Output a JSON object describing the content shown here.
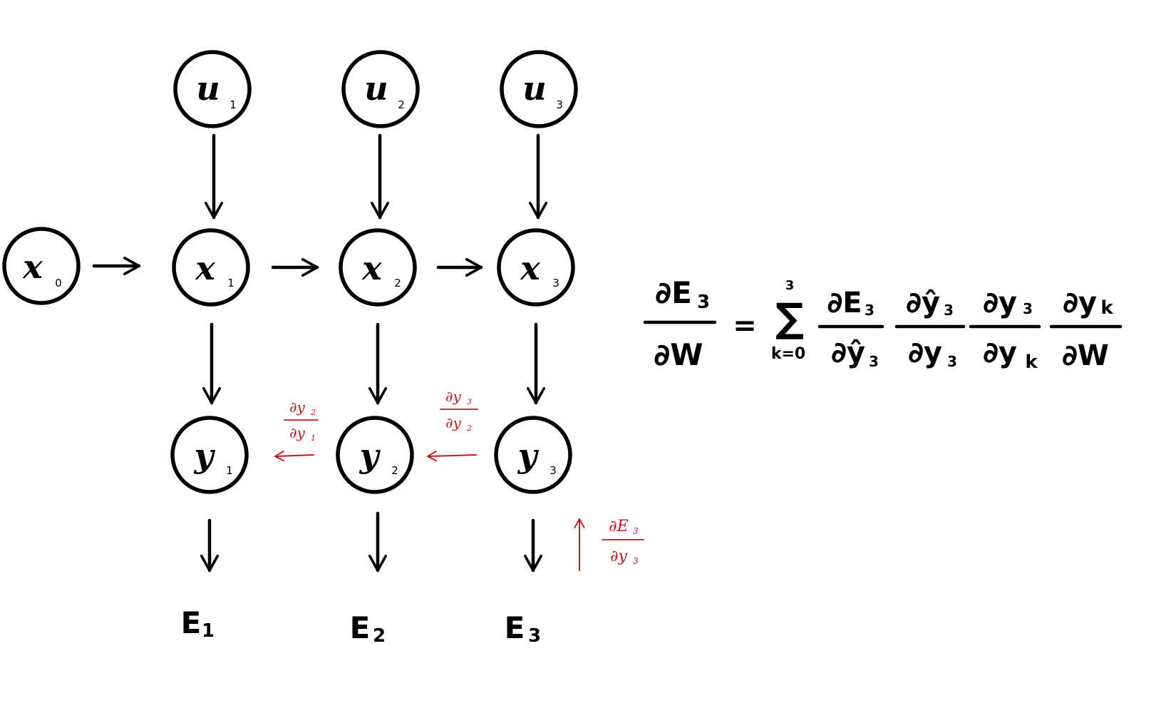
{
  "colors": {
    "ink": "#000000",
    "gradient": "#c8141e"
  },
  "nodes": {
    "x0": {
      "base": "x",
      "sub": "0"
    },
    "u1": {
      "base": "u",
      "sub": "1"
    },
    "u2": {
      "base": "u",
      "sub": "2"
    },
    "u3": {
      "base": "u",
      "sub": "3"
    },
    "x1": {
      "base": "x",
      "sub": "1"
    },
    "x2": {
      "base": "x",
      "sub": "2"
    },
    "x3": {
      "base": "x",
      "sub": "3"
    },
    "y1": {
      "base": "y",
      "sub": "1"
    },
    "y2": {
      "base": "y",
      "sub": "2"
    },
    "y3": {
      "base": "y",
      "sub": "3"
    }
  },
  "outputs": {
    "e1": {
      "base": "E",
      "sub": "1"
    },
    "e2": {
      "base": "E",
      "sub": "2"
    },
    "e3": {
      "base": "E",
      "sub": "3"
    }
  },
  "gradients": {
    "dy2_dy1": {
      "num_base": "∂y",
      "num_sub": "2",
      "den_base": "∂y",
      "den_sub": "1"
    },
    "dy3_dy2": {
      "num_base": "∂y",
      "num_sub": "3",
      "den_base": "∂y",
      "den_sub": "2"
    },
    "dE3_dy3": {
      "num_base": "∂E",
      "num_sub": "3",
      "den_base": "∂y",
      "den_sub": "3"
    }
  },
  "equation": {
    "lhs_num_base": "∂E",
    "lhs_num_sub": "3",
    "lhs_den": "∂W",
    "equals": "=",
    "sum_symbol": "∑",
    "sum_upper": "3",
    "sum_lower": "k=0",
    "t1_num_base": "∂E",
    "t1_num_sub": "3",
    "t1_den_base": "∂ŷ",
    "t1_den_sub": "3",
    "t2_num_base": "∂ŷ",
    "t2_num_sub": "3",
    "t2_den_base": "∂y",
    "t2_den_sub": "3",
    "t3_num_base": "∂y",
    "t3_num_sub": "3",
    "t3_den_base": "∂y",
    "t3_den_sub": "k",
    "t4_num_base": "∂y",
    "t4_num_sub": "k",
    "t4_den": "∂W"
  }
}
